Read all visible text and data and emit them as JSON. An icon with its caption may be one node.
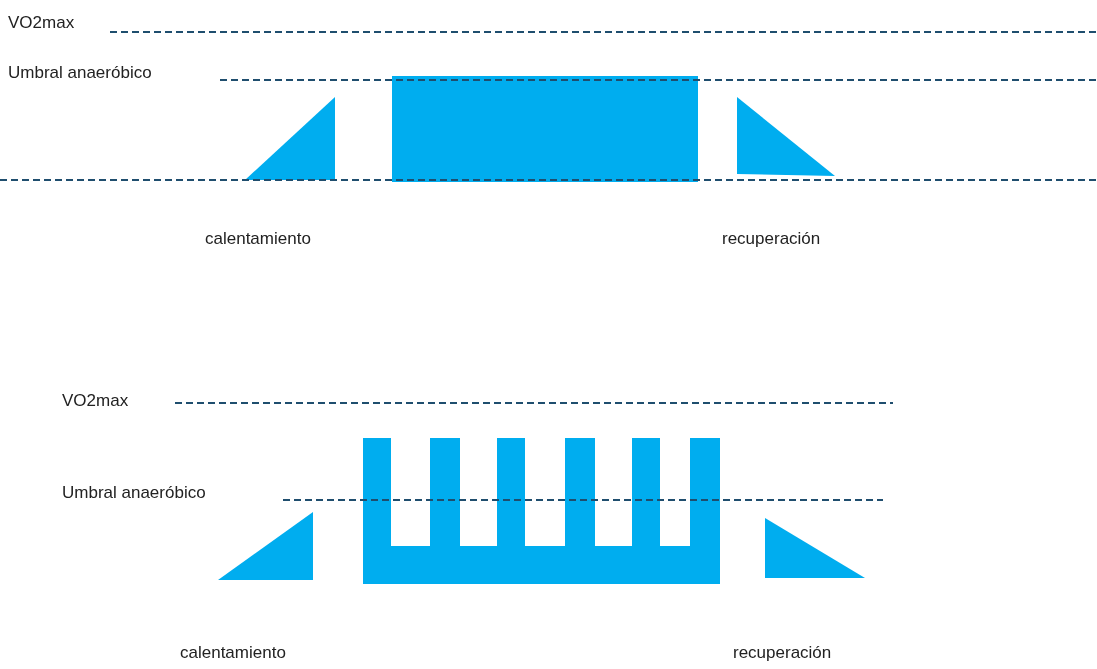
{
  "diagram": {
    "labels": [
      "VO2max",
      "Umbral anaeróbico",
      "calentamiento",
      "recuperación",
      "VO2max",
      "Umbral anaeróbico",
      "calentamiento",
      "recuperación"
    ]
  }
}
